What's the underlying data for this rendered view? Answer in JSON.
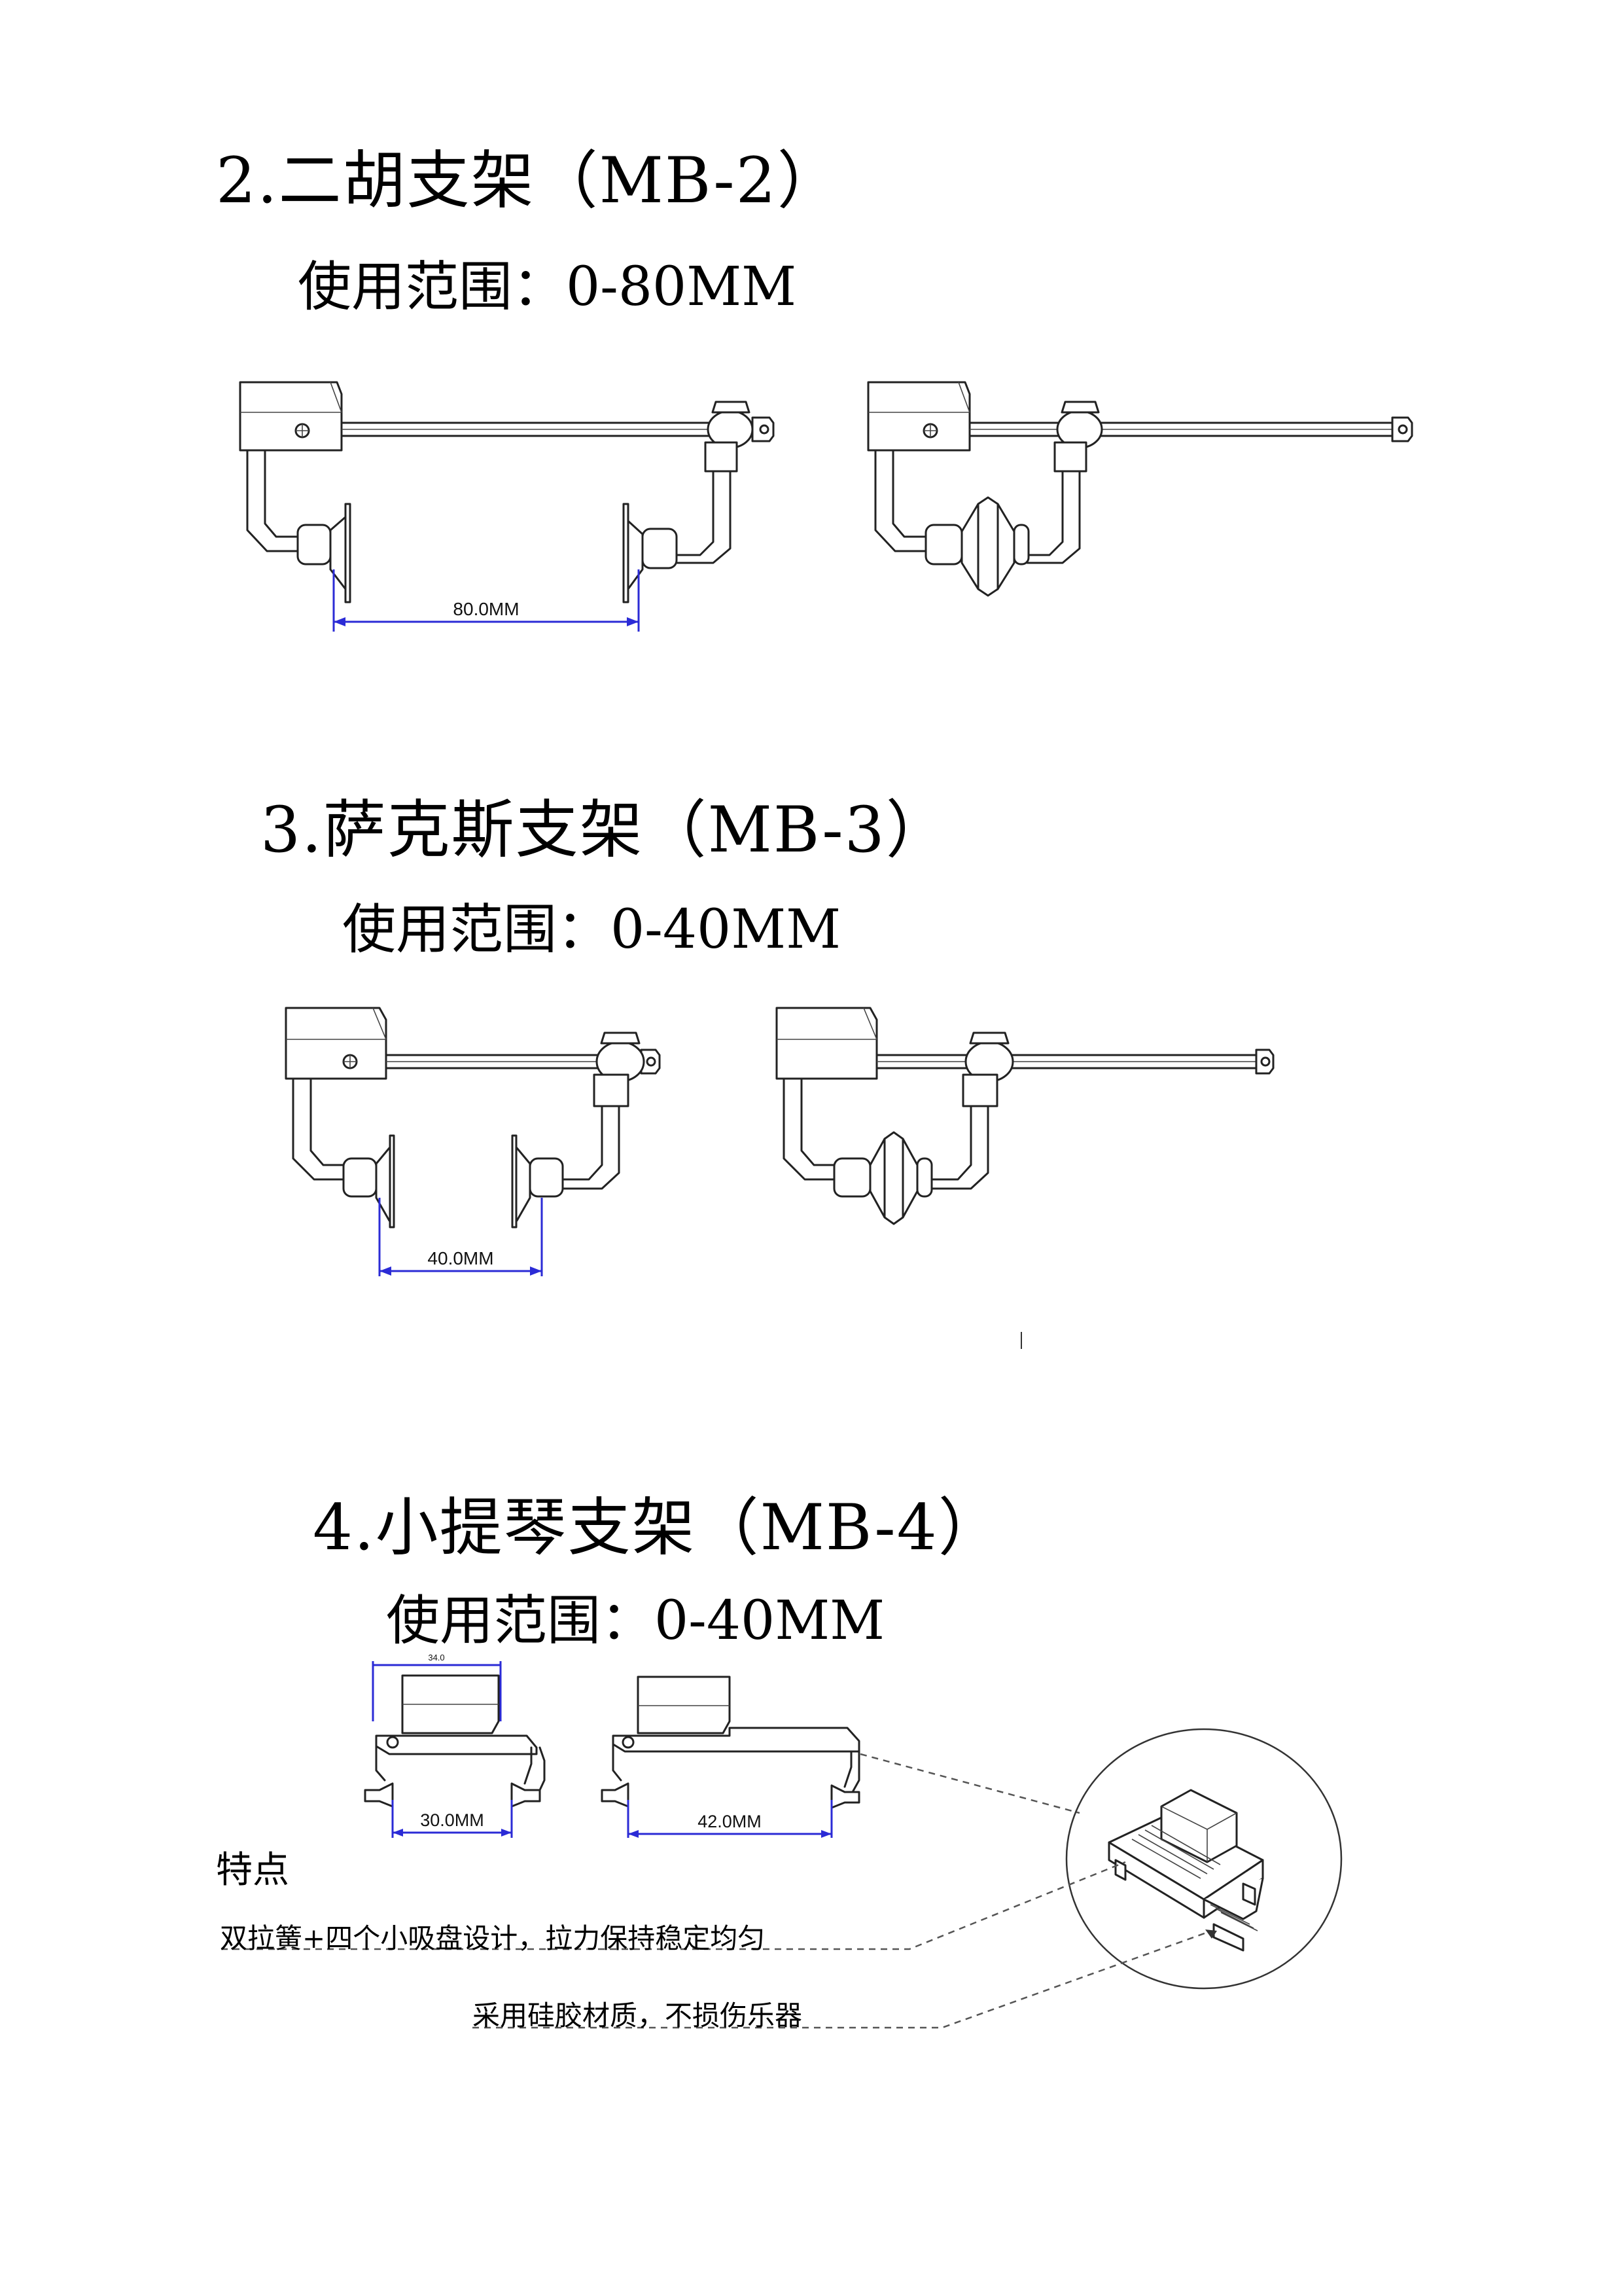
{
  "sections": [
    {
      "title": "2.二胡支架（MB-2）",
      "range": "使用范围：0-80MM",
      "dimension": "80.0MM"
    },
    {
      "title": "3.萨克斯支架（MB-3）",
      "range": "使用范围：0-40MM",
      "dimension": "40.0MM"
    },
    {
      "title": "4.小提琴支架（MB-4）",
      "range": "使用范围：0-40MM",
      "dimension_left": "30.0MM",
      "dimension_right": "42.0MM",
      "dimension_small": "34.0"
    }
  ],
  "features": {
    "heading": "特点",
    "item1": "双拉簧+四个小吸盘设计，拉力保持稳定均匀",
    "item2": "采用硅胶材质，不损伤乐器"
  },
  "colors": {
    "dimension_line": "#2b2bd6",
    "drawing_line": "#222222"
  }
}
